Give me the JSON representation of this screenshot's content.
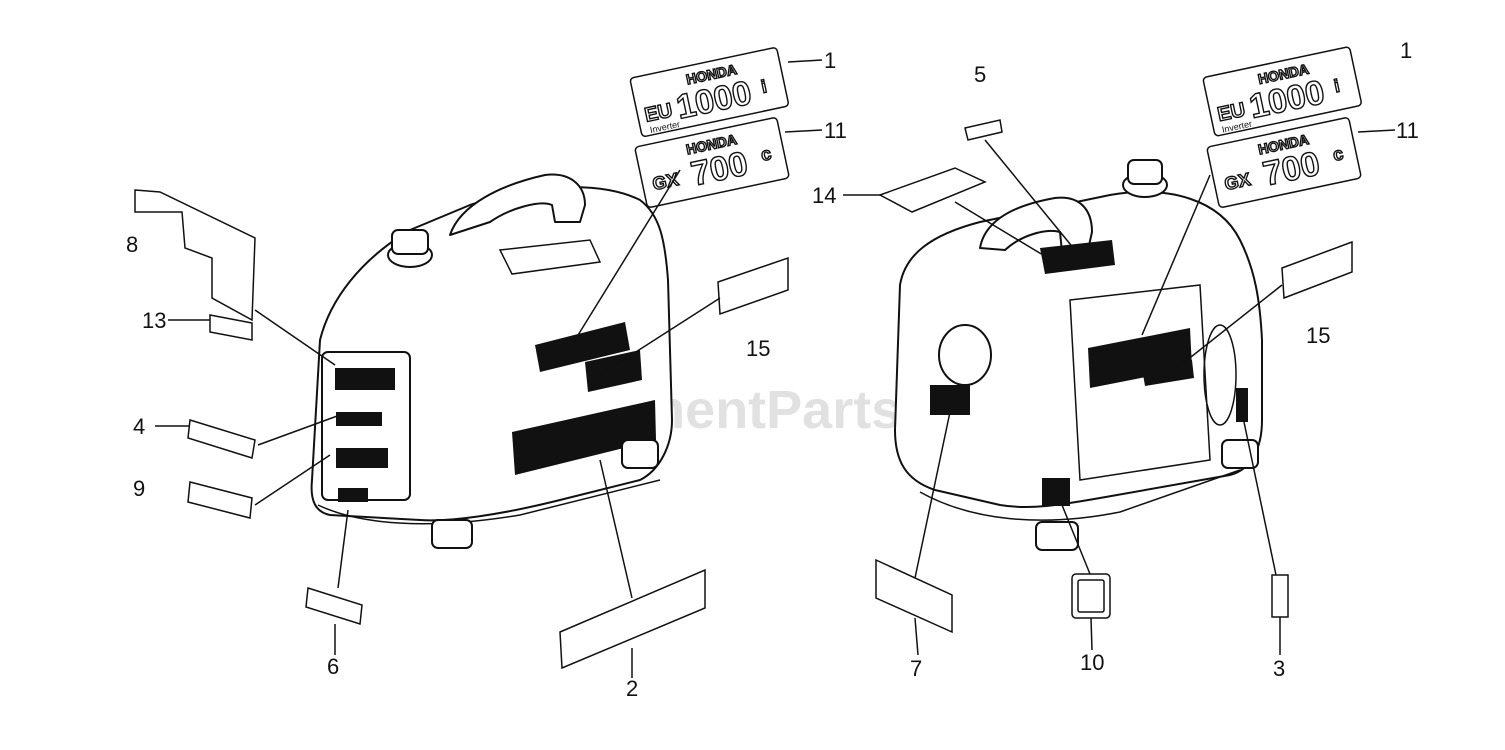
{
  "watermark": "eReplacementParts.com",
  "emblem_1": {
    "brand": "HONDA",
    "model": "EU",
    "number": "1000",
    "suffix": "i",
    "small": "Inverter"
  },
  "emblem_11": {
    "brand": "HONDA",
    "model": "GX",
    "number": "700",
    "suffix": "c"
  },
  "callouts_left": [
    "1",
    "11",
    "8",
    "13",
    "15",
    "4",
    "9",
    "6",
    "2"
  ],
  "callouts_right": [
    "1",
    "5",
    "11",
    "14",
    "15",
    "7",
    "10",
    "3"
  ]
}
